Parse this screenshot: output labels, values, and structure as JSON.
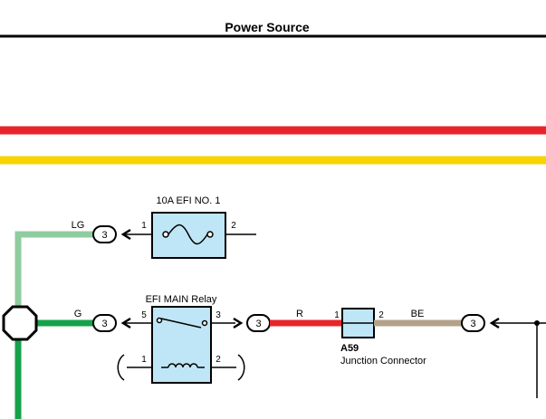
{
  "header": {
    "title": "Power Source"
  },
  "colors": {
    "bus_red": "#e8242b",
    "bus_yellow": "#f7d400",
    "wire_light_green": "#8fcc9e",
    "wire_green": "#15a24a",
    "wire_red": "#e8242b",
    "wire_beige": "#b3a28a",
    "component_fill": "#bfe6f7",
    "line": "#000000"
  },
  "components": {
    "fuse": {
      "label": "10A EFI NO. 1",
      "pin_left": "1",
      "pin_right": "2"
    },
    "relay": {
      "label": "EFI MAIN Relay",
      "pin_5": "5",
      "pin_3": "3",
      "pin_1": "1",
      "pin_2": "2"
    },
    "junction": {
      "code": "A59",
      "name": "Junction Connector",
      "pin_left": "1",
      "pin_right": "2"
    }
  },
  "wires": {
    "lg": "LG",
    "g": "G",
    "r": "R",
    "be": "BE"
  },
  "connectors": {
    "fuse_in": "3",
    "relay_in": "3",
    "relay_out": "3",
    "junction_out": "3"
  }
}
